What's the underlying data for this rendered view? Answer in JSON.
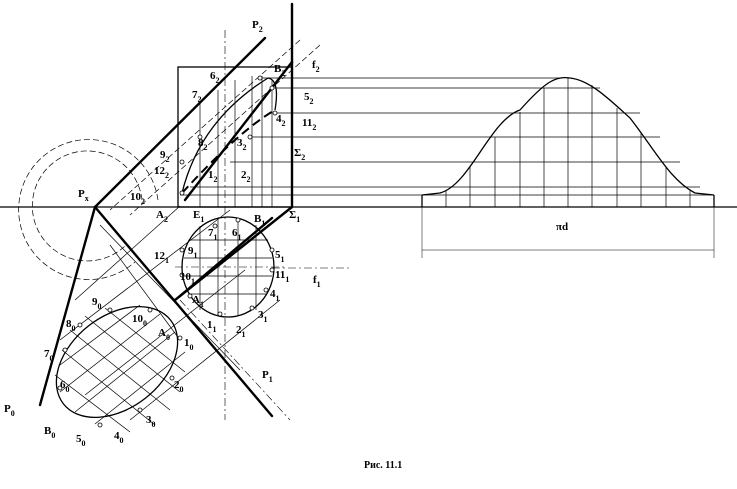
{
  "figure": {
    "caption": "Рис. 11.1",
    "development_label": "πd"
  },
  "labels": {
    "P2": "P",
    "P2_sub": "2",
    "f2": "f",
    "f2_sub": "2",
    "B2": "B",
    "B2_sub": "2",
    "L6_2": "6",
    "L6_2_sub": "2",
    "L7_2": "7",
    "L7_2_sub": "2",
    "L5_2": "5",
    "L5_2_sub": "2",
    "L4_2": "4",
    "L4_2_sub": "2",
    "L11_2": "11",
    "L11_2_sub": "2",
    "L8_2": "8",
    "L8_2_sub": "2",
    "L3_2": "3",
    "L3_2_sub": "2",
    "S2": "Σ",
    "S2_sub": "2",
    "L9_2": "9",
    "L9_2_sub": "2",
    "L12_2": "12",
    "L12_2_sub": "2",
    "L1_2": "1",
    "L1_2_sub": "2",
    "L2_2": "2",
    "L2_2_sub": "2",
    "L10_2": "10",
    "L10_2_sub": "2",
    "Px": "P",
    "Px_sub": "x",
    "A2": "A",
    "A2_sub": "2",
    "E1": "E",
    "E1_sub": "1",
    "B1": "B",
    "B1_sub": "1",
    "S1": "Σ",
    "S1_sub": "1",
    "L7_1": "7",
    "L7_1_sub": "1",
    "L6_1": "6",
    "L6_1_sub": "1",
    "L12_1": "12",
    "L12_1_sub": "1",
    "L9_1": "9",
    "L9_1_sub": "1",
    "L5_1": "5",
    "L5_1_sub": "1",
    "L10_1": "10",
    "L10_1_sub": "1",
    "L11_1": "11",
    "L11_1_sub": "1",
    "f1": "f",
    "f1_sub": "1",
    "L4_1": "4",
    "L4_1_sub": "1",
    "A1": "A",
    "A1_sub": "1",
    "L3_1": "3",
    "L3_1_sub": "1",
    "L1_1": "1",
    "L1_1_sub": "1",
    "L2_1": "2",
    "L2_1_sub": "1",
    "L9_0": "9",
    "L9_0_sub": "0",
    "L10_0": "10",
    "L10_0_sub": "0",
    "L8_0": "8",
    "L8_0_sub": "0",
    "A0": "A",
    "A0_sub": "0",
    "L1_0": "1",
    "L1_0_sub": "0",
    "L7_0": "7",
    "L7_0_sub": "0",
    "L6_0": "6",
    "L6_0_sub": "0",
    "L2_0": "2",
    "L2_0_sub": "0",
    "P1": "P",
    "P1_sub": "1",
    "P0": "P",
    "P0_sub": "0",
    "B0": "B",
    "B0_sub": "0",
    "L5_0": "5",
    "L5_0_sub": "0",
    "L4_0": "4",
    "L4_0_sub": "0",
    "L3_0": "3",
    "L3_0_sub": "0"
  }
}
